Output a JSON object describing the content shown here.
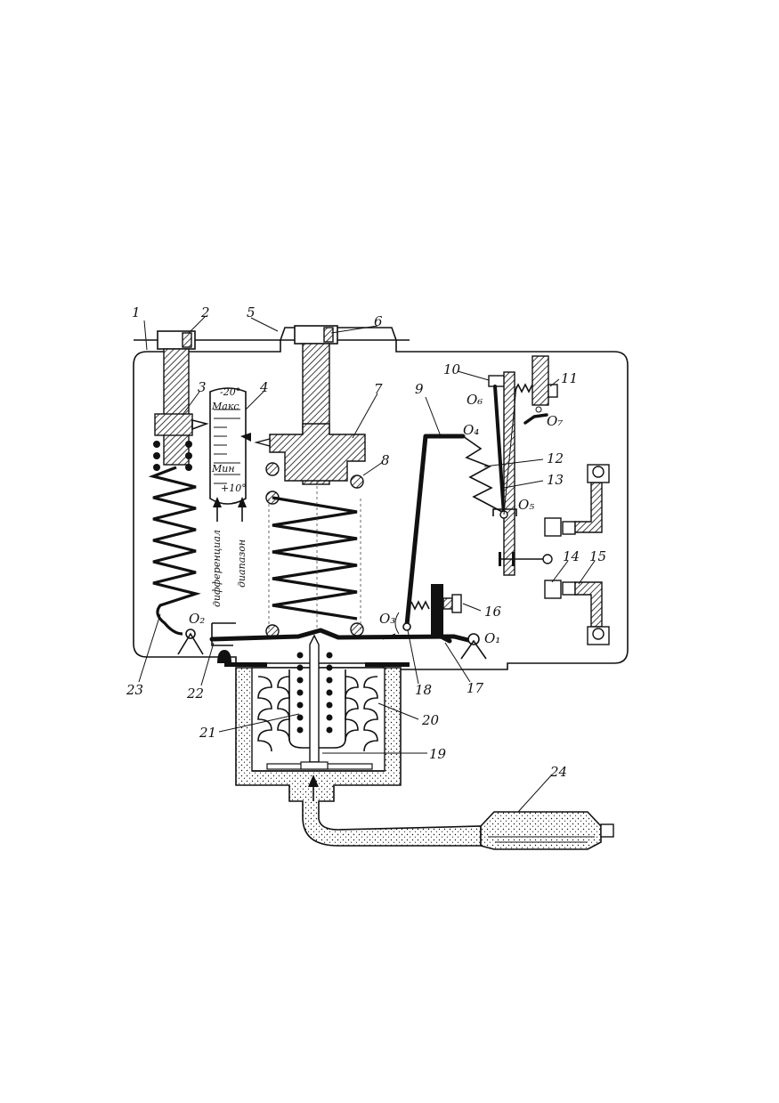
{
  "labels": {
    "l1": "1",
    "l2": "2",
    "l3": "3",
    "l4": "4",
    "l5": "5",
    "l6": "6",
    "l7": "7",
    "l8": "8",
    "l9": "9",
    "l10": "10",
    "l11": "11",
    "l12": "12",
    "l13": "13",
    "l14": "14",
    "l15": "15",
    "l16": "16",
    "l17": "17",
    "l18": "18",
    "l19": "19",
    "l20": "20",
    "l21": "21",
    "l22": "22",
    "l23": "23",
    "l24": "24"
  },
  "pivots": {
    "o1": "O₁",
    "o2": "O₂",
    "o3": "O₃",
    "o4": "O₄",
    "o5": "O₅",
    "o6": "O₆",
    "o7": "O₇"
  },
  "scale": {
    "top": "-20°",
    "max": "Макс",
    "min": "Мин",
    "bottom": "+10°"
  },
  "vertical_text": {
    "differential": "дифференциал",
    "range": "диапазон"
  }
}
